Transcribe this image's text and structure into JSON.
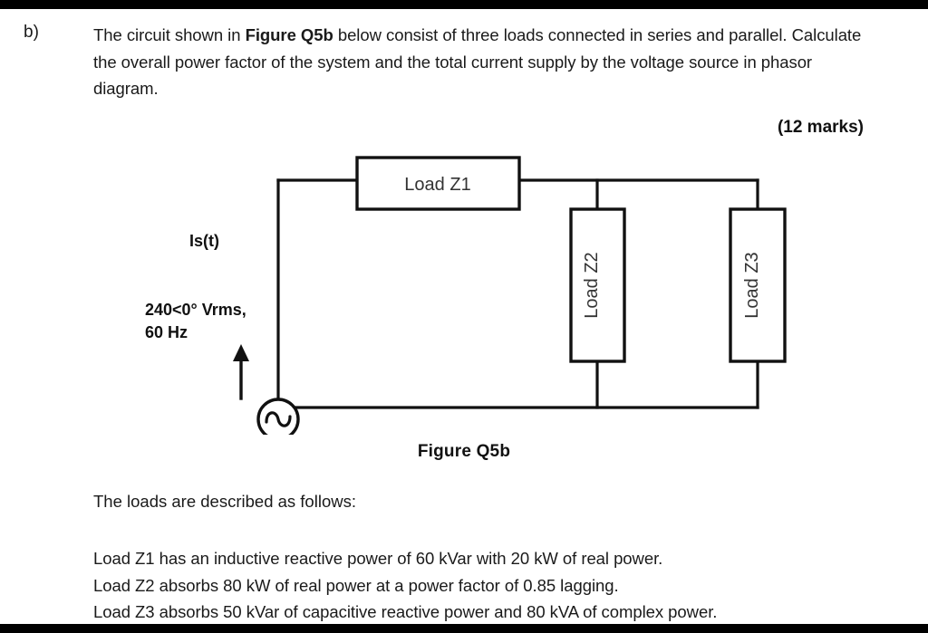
{
  "question": {
    "label": "b)",
    "text_before_bold": "The circuit shown in ",
    "bold_figure_ref": "Figure Q5b",
    "text_after_bold": " below consist of three loads connected in series and parallel. Calculate the overall power factor of the system and the total current supply by the voltage source in phasor diagram.",
    "marks": "(12 marks)"
  },
  "circuit": {
    "source": {
      "current_label": "Is(t)",
      "voltage_label_line1": "240<0° Vrms,",
      "voltage_label_line2": "60 Hz",
      "symbol": "ac-voltage-source"
    },
    "loads": [
      {
        "id": "z1",
        "label": "Load Z1",
        "orientation": "horizontal"
      },
      {
        "id": "z2",
        "label": "Load Z2",
        "orientation": "vertical"
      },
      {
        "id": "z3",
        "label": "Load Z3",
        "orientation": "vertical"
      }
    ],
    "wire_color": "#111111"
  },
  "figure_caption": "Figure Q5b",
  "loads_description": {
    "intro": "The loads are described as follows:",
    "lines": [
      "Load Z1 has an inductive reactive power of 60 kVar with 20 kW of real power.",
      "Load Z2 absorbs 80 kW of real power at a power factor of 0.85 lagging.",
      "Load Z3 absorbs 50 kVar of capacitive reactive power and 80 kVA of complex power."
    ]
  },
  "page_style": {
    "background": "#ffffff",
    "band_color": "#000000",
    "text_color": "#1a1a1a"
  }
}
